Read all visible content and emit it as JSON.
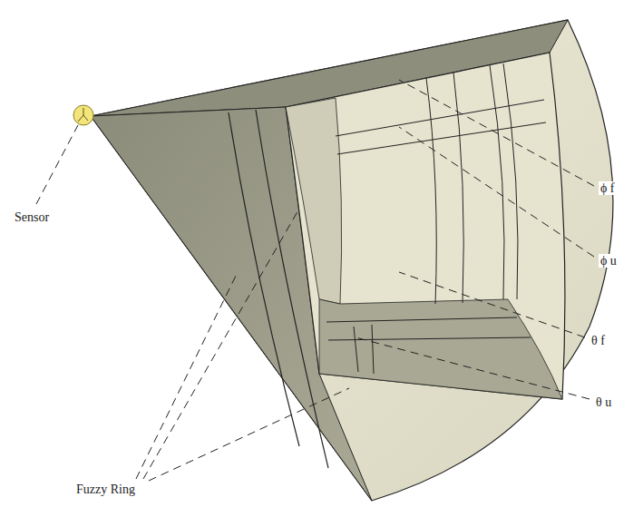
{
  "diagram": {
    "labels": [
      "Sensor",
      "Fuzzy Ring",
      "ϕ f",
      "ϕ u",
      "θ f",
      "θ u"
    ]
  }
}
